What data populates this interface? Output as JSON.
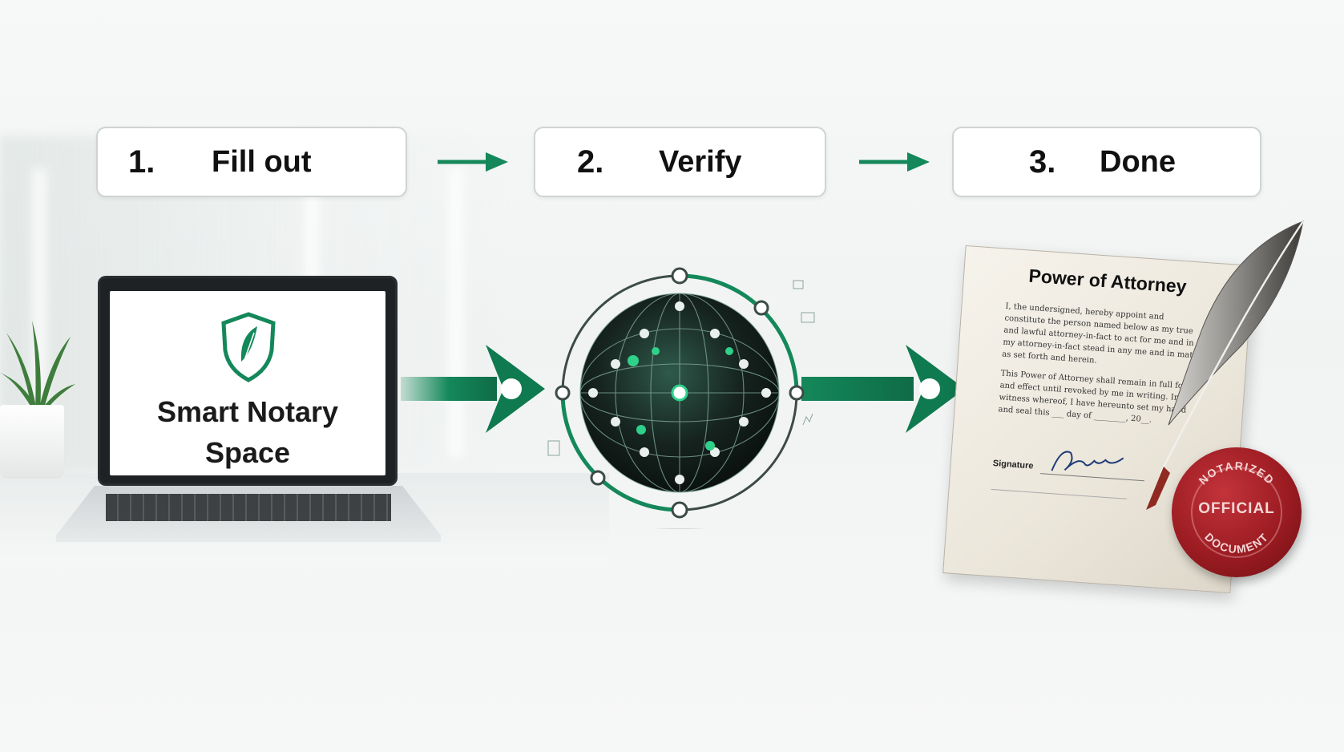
{
  "steps": [
    {
      "number": "1.",
      "label": "Fill out"
    },
    {
      "number": "2.",
      "label": "Verify"
    },
    {
      "number": "3.",
      "label": "Done"
    }
  ],
  "laptop": {
    "app_name_line1": "Smart Notary",
    "app_name_line2": "Space"
  },
  "document": {
    "title": "Power of Attorney",
    "paragraph1": "I, the undersigned, hereby appoint and constitute the person named below as my true and lawful attorney-in-fact to act for me and in my attorney-in-fact stead in any me and in mat as set forth and herein.",
    "paragraph2": "This Power of Attorney shall remain in full force and effect until revoked by me in writing. In witness whereof, I have hereunto set my hand and seal this ___ day of ________, 20__.",
    "signature_label": "Signature"
  },
  "seal": {
    "top_text": "NOTARIZED",
    "center_text": "OFFICIAL",
    "bottom_text": "DOCUMENT"
  },
  "colors": {
    "accent": "#14885a",
    "accent_dark": "#0f6b46",
    "seal": "#9b1c22"
  },
  "icons": [
    "shield-quill-icon",
    "network-globe-icon",
    "quill-pen-icon",
    "wax-seal-icon",
    "arrow-right-icon"
  ]
}
